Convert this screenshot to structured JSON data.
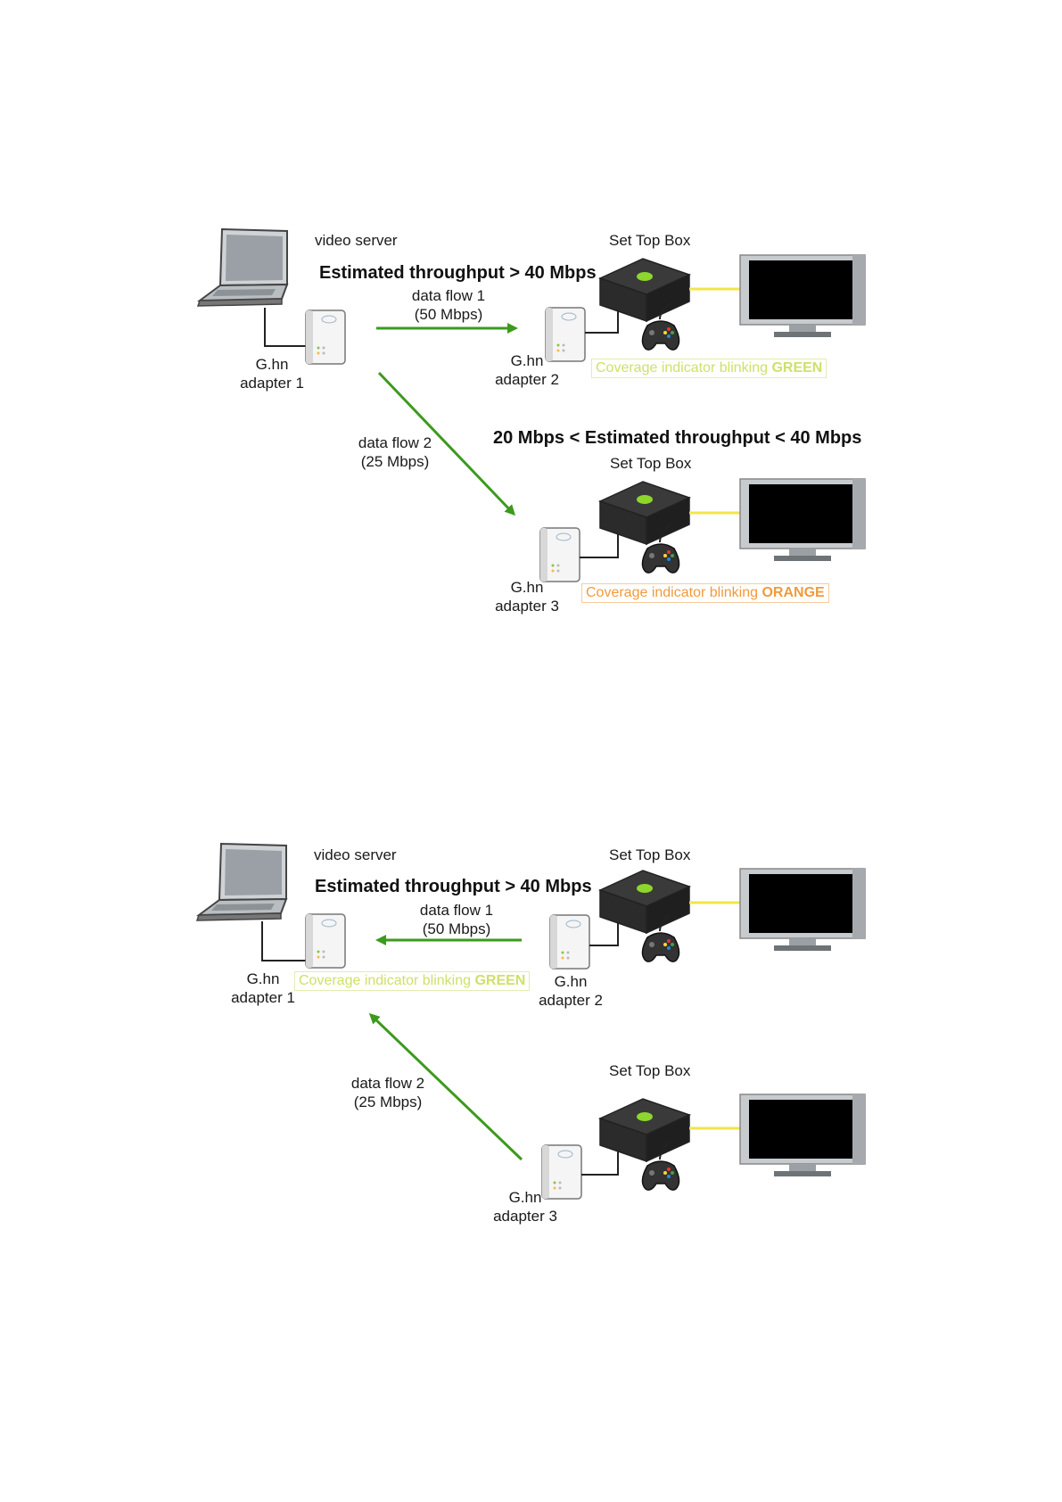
{
  "diagram1": {
    "video_server": "video server",
    "title_top": "Estimated throughput > 40 Mbps",
    "title_mid": "20 Mbps < Estimated throughput < 40 Mbps",
    "stb_top": "Set Top Box",
    "stb_bottom": "Set Top Box",
    "flow1_line1": "data flow 1",
    "flow1_line2": "(50 Mbps)",
    "flow2_line1": "data flow 2",
    "flow2_line2": "(25 Mbps)",
    "adapter1_line1": "G.hn",
    "adapter1_line2": "adapter 1",
    "adapter2_line1": "G.hn",
    "adapter2_line2": "adapter 2",
    "adapter3_line1": "G.hn",
    "adapter3_line2": "adapter 3",
    "coverage_green_prefix": "Coverage indicator blinking ",
    "coverage_green_word": "GREEN",
    "coverage_orange_prefix": "Coverage indicator blinking ",
    "coverage_orange_word": "ORANGE"
  },
  "diagram2": {
    "video_server": "video server",
    "title_top": "Estimated throughput > 40 Mbps",
    "stb_top": "Set Top Box",
    "stb_bottom": "Set Top Box",
    "flow1_line1": "data flow 1",
    "flow1_line2": "(50 Mbps)",
    "flow2_line1": "data flow 2",
    "flow2_line2": "(25 Mbps)",
    "adapter1_line1": "G.hn",
    "adapter1_line2": "adapter 1",
    "adapter2_line1": "G.hn",
    "adapter2_line2": "adapter 2",
    "adapter3_line1": "G.hn",
    "adapter3_line2": "adapter 3",
    "coverage_green_prefix": "Coverage indicator blinking ",
    "coverage_green_word": "GREEN"
  },
  "colors": {
    "arrow_green": "#3c9a1e",
    "cable_yellow": "#f3e44a",
    "coverage_green": "#cfe06a",
    "coverage_orange": "#f19a3c"
  }
}
